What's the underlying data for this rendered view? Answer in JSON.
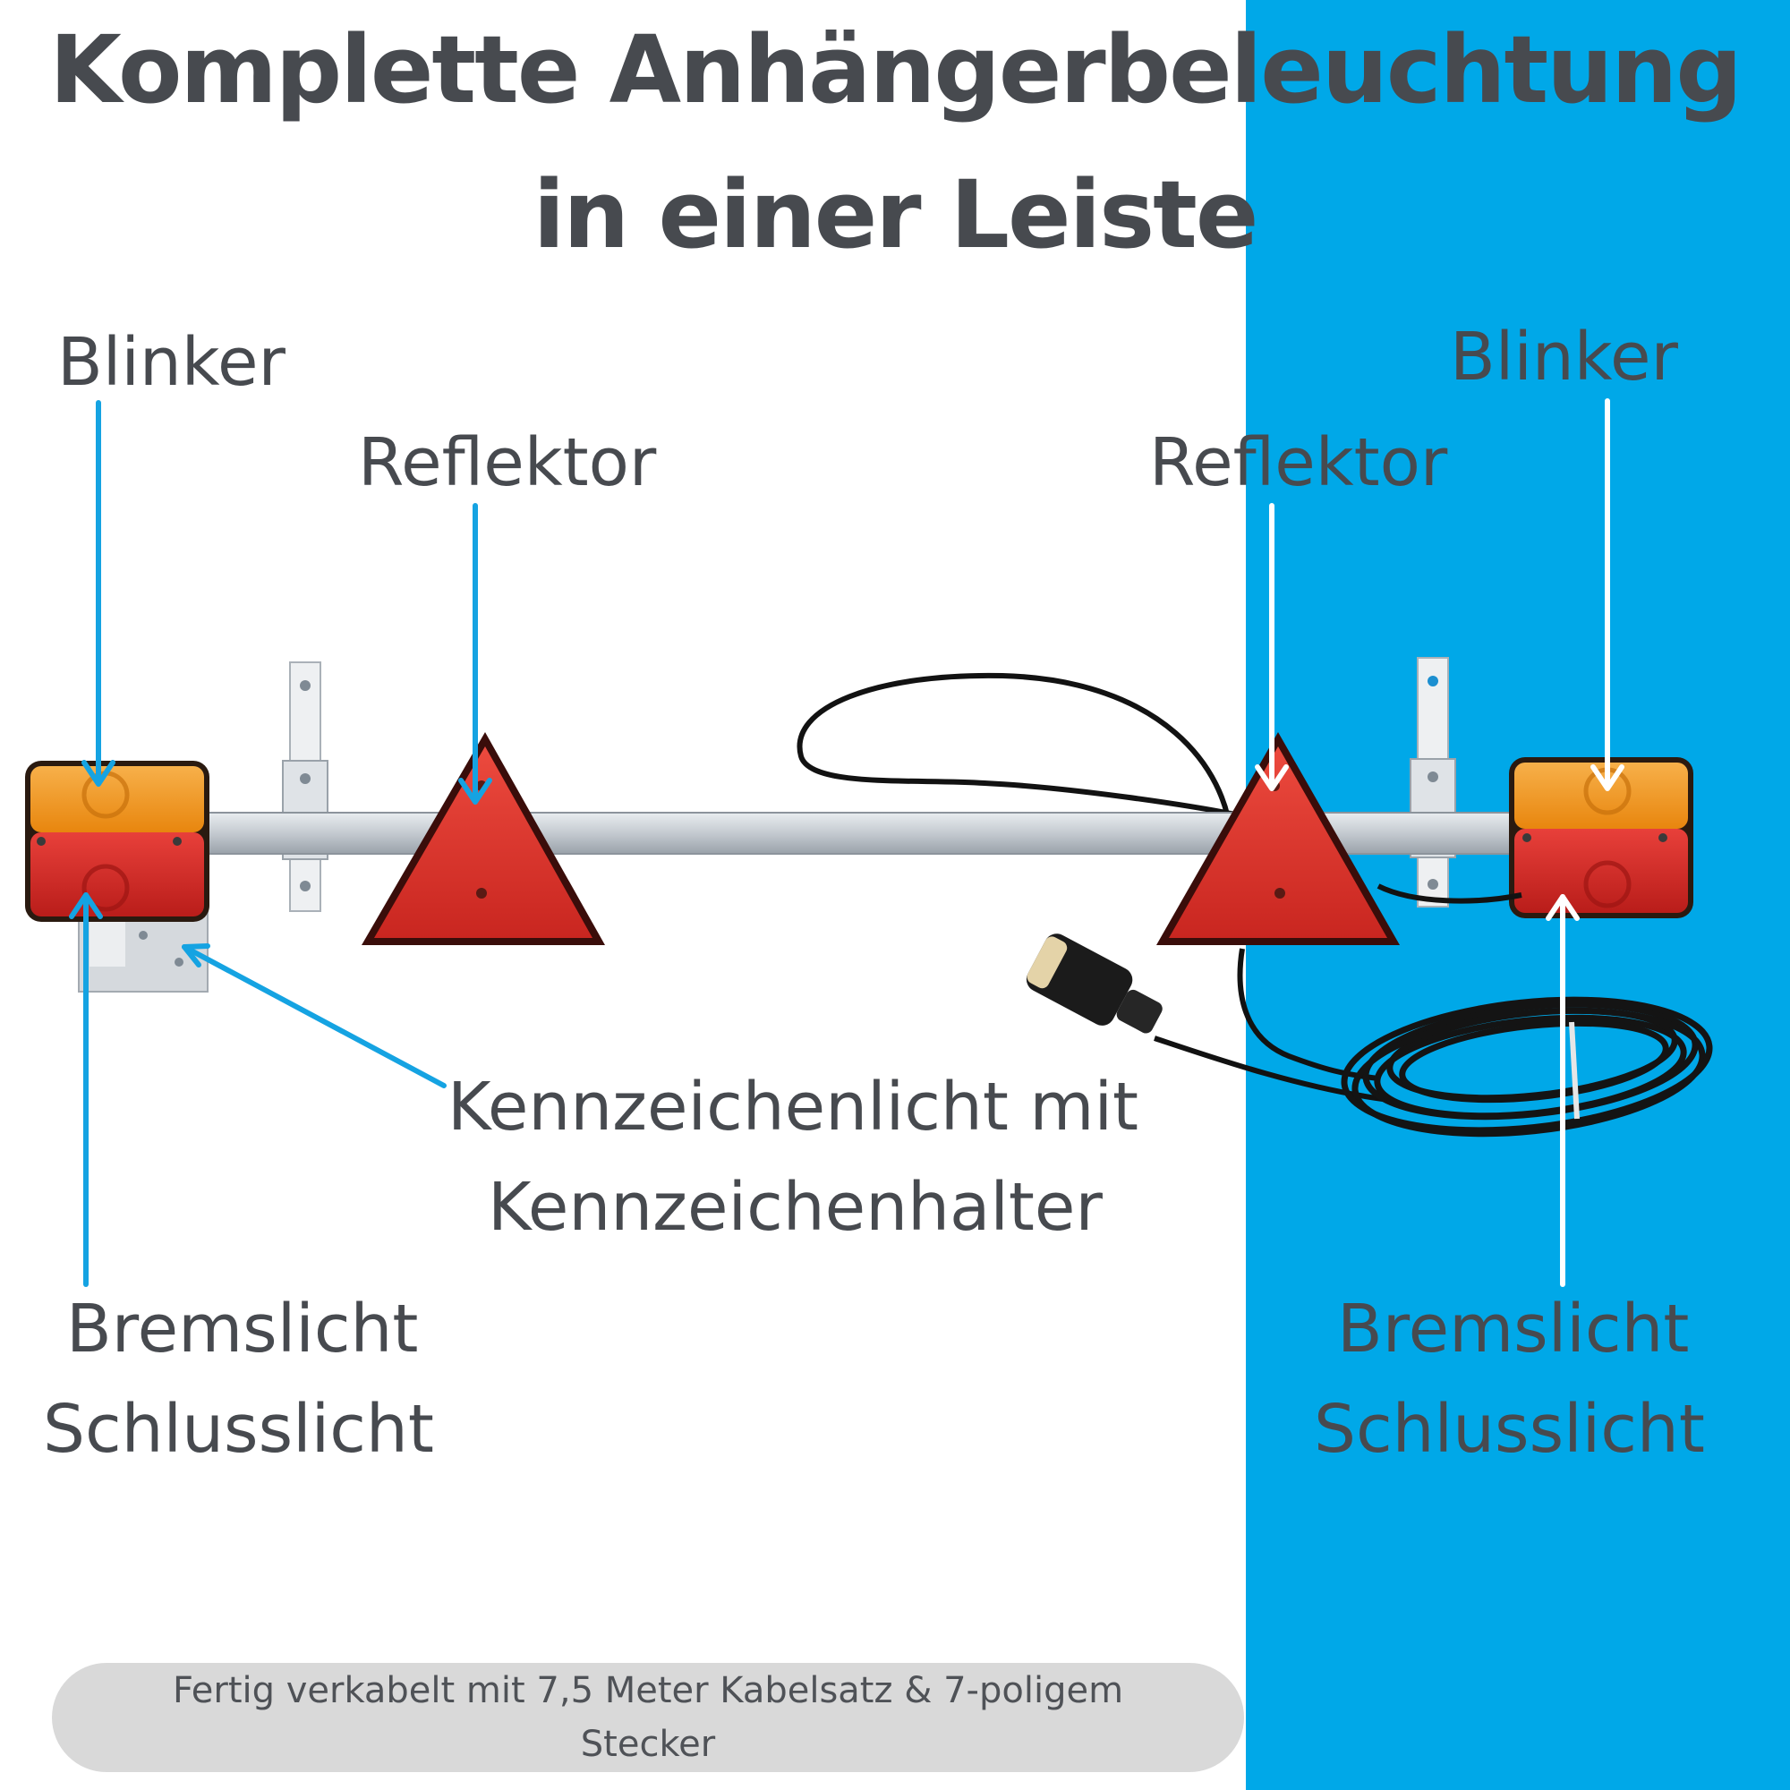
{
  "title": {
    "line1": "Komplette Anhängerbeleuchtung",
    "line2": "in einer Leiste"
  },
  "labels": {
    "blinker_left": "Blinker",
    "blinker_right": "Blinker",
    "reflektor_left": "Reflektor",
    "reflektor_right": "Reflektor",
    "kennzeichen_line1": "Kennzeichenlicht mit",
    "kennzeichen_line2": "Kennzeichenhalter",
    "bremslicht_left": "Bremslicht",
    "schlusslicht_left": "Schlusslicht",
    "bremslicht_right": "Bremslicht",
    "schlusslicht_right": "Schlusslicht"
  },
  "caption": {
    "line1": "Fertig verkabelt mit 7,5 Meter Kabelsatz & 7-poligem",
    "line2": "Stecker"
  },
  "colors": {
    "accent_blue": "#00a8e8",
    "text_gray": "#474a4f",
    "pill_gray": "#d9d9d9",
    "lamp_amber": "#f49a1c",
    "lamp_red": "#d92b26"
  }
}
